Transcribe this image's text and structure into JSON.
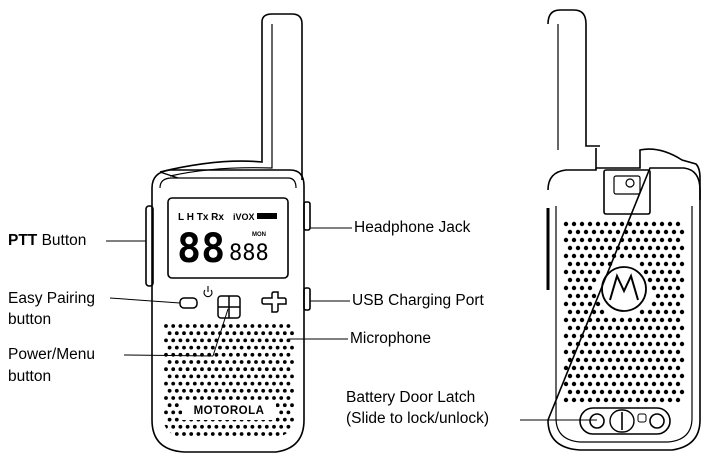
{
  "labels": {
    "ptt_bold": "PTT",
    "ptt_rest": " Button",
    "easy_pairing_1": "Easy Pairing",
    "easy_pairing_2": "button",
    "power_menu_1": "Power/Menu",
    "power_menu_2": "button",
    "headphone_jack": "Headphone Jack",
    "usb_port": "USB Charging Port",
    "microphone": "Microphone",
    "battery_latch_1": "Battery Door Latch",
    "battery_latch_2": "(Slide to lock/unlock)"
  },
  "display": {
    "indicators_top": "L H  Tx Rx",
    "vox": "iVOX",
    "mon": "MON",
    "big_digits": "88",
    "small_digits": "888"
  },
  "brand": "MOTOROLA"
}
